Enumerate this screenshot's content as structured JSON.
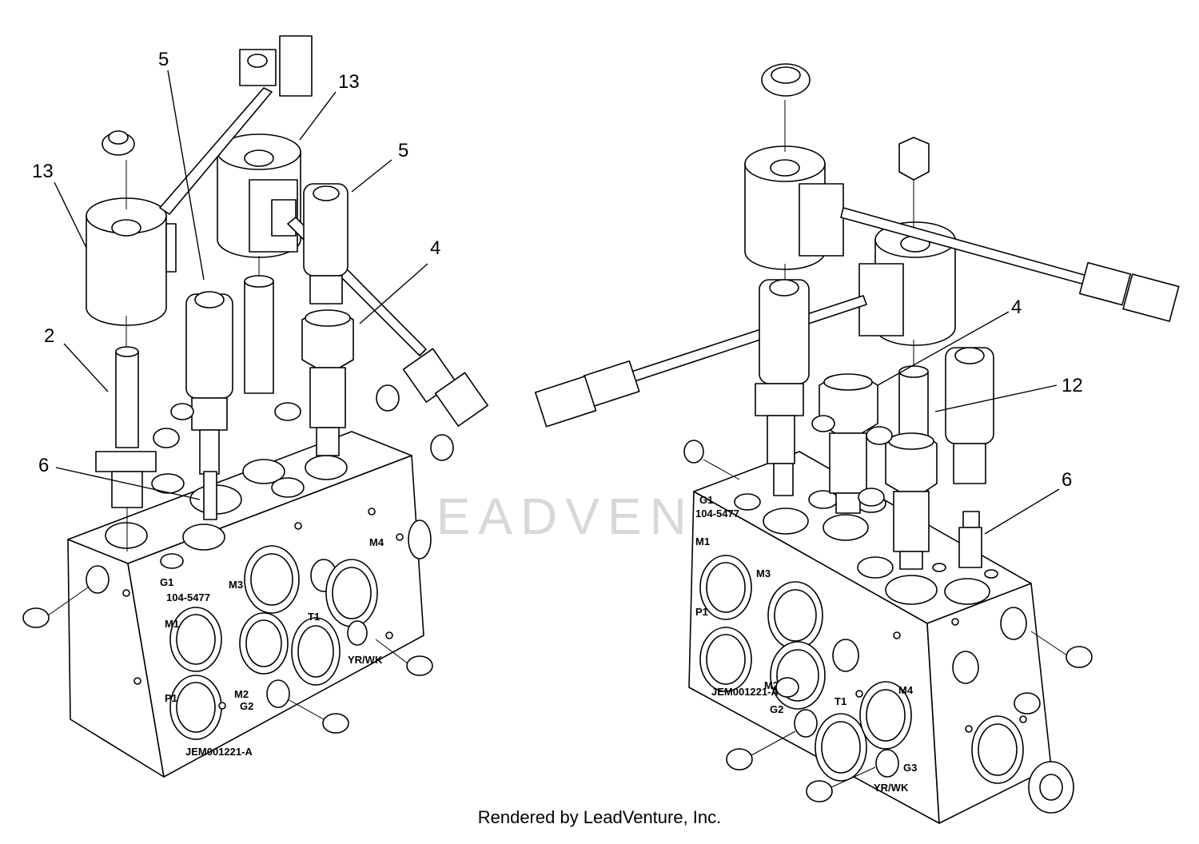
{
  "watermark": "LEADVENTURE",
  "footer": "Rendered by LeadVenture, Inc.",
  "left_assembly": {
    "callouts": [
      "5",
      "13",
      "13",
      "5",
      "4",
      "2",
      "6"
    ],
    "ports": [
      "G1",
      "104-5477",
      "M3",
      "M4",
      "M1",
      "T1",
      "YR/WK",
      "P1",
      "M2",
      "G2",
      "JEM001221-A"
    ]
  },
  "right_assembly": {
    "callouts": [
      "4",
      "12",
      "6"
    ],
    "ports": [
      "G1",
      "104-5477",
      "M1",
      "M3",
      "P1",
      "M2",
      "G2",
      "T1",
      "M4",
      "JEM001221-A",
      "G3",
      "YR/WK"
    ]
  }
}
